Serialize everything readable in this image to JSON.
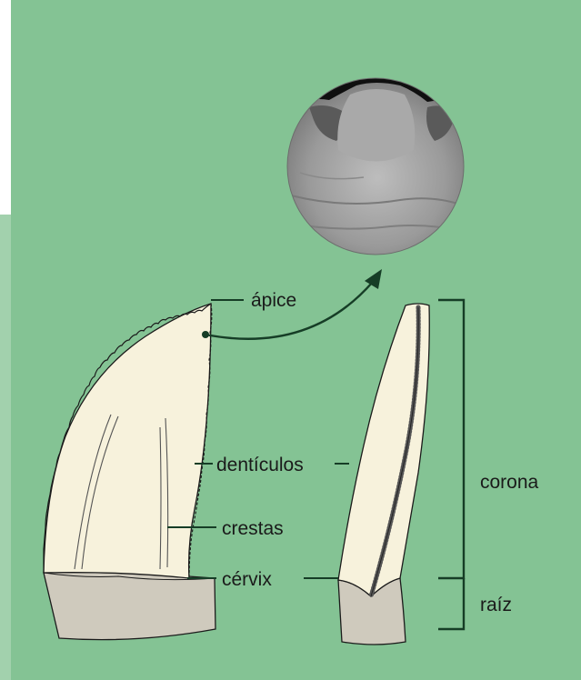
{
  "labels": {
    "apex": "ápice",
    "denticles": "dentículos",
    "ridges": "crestas",
    "cervix": "cérvix",
    "crown": "corona",
    "root": "raíz"
  },
  "colors": {
    "background_panel": "#84c394",
    "side_strip": "#a2d1ad",
    "crown_fill": "#f7f2dc",
    "root_fill": "#cfcabd",
    "line_color": "#163d26",
    "text_color": "#1a1a1a"
  }
}
